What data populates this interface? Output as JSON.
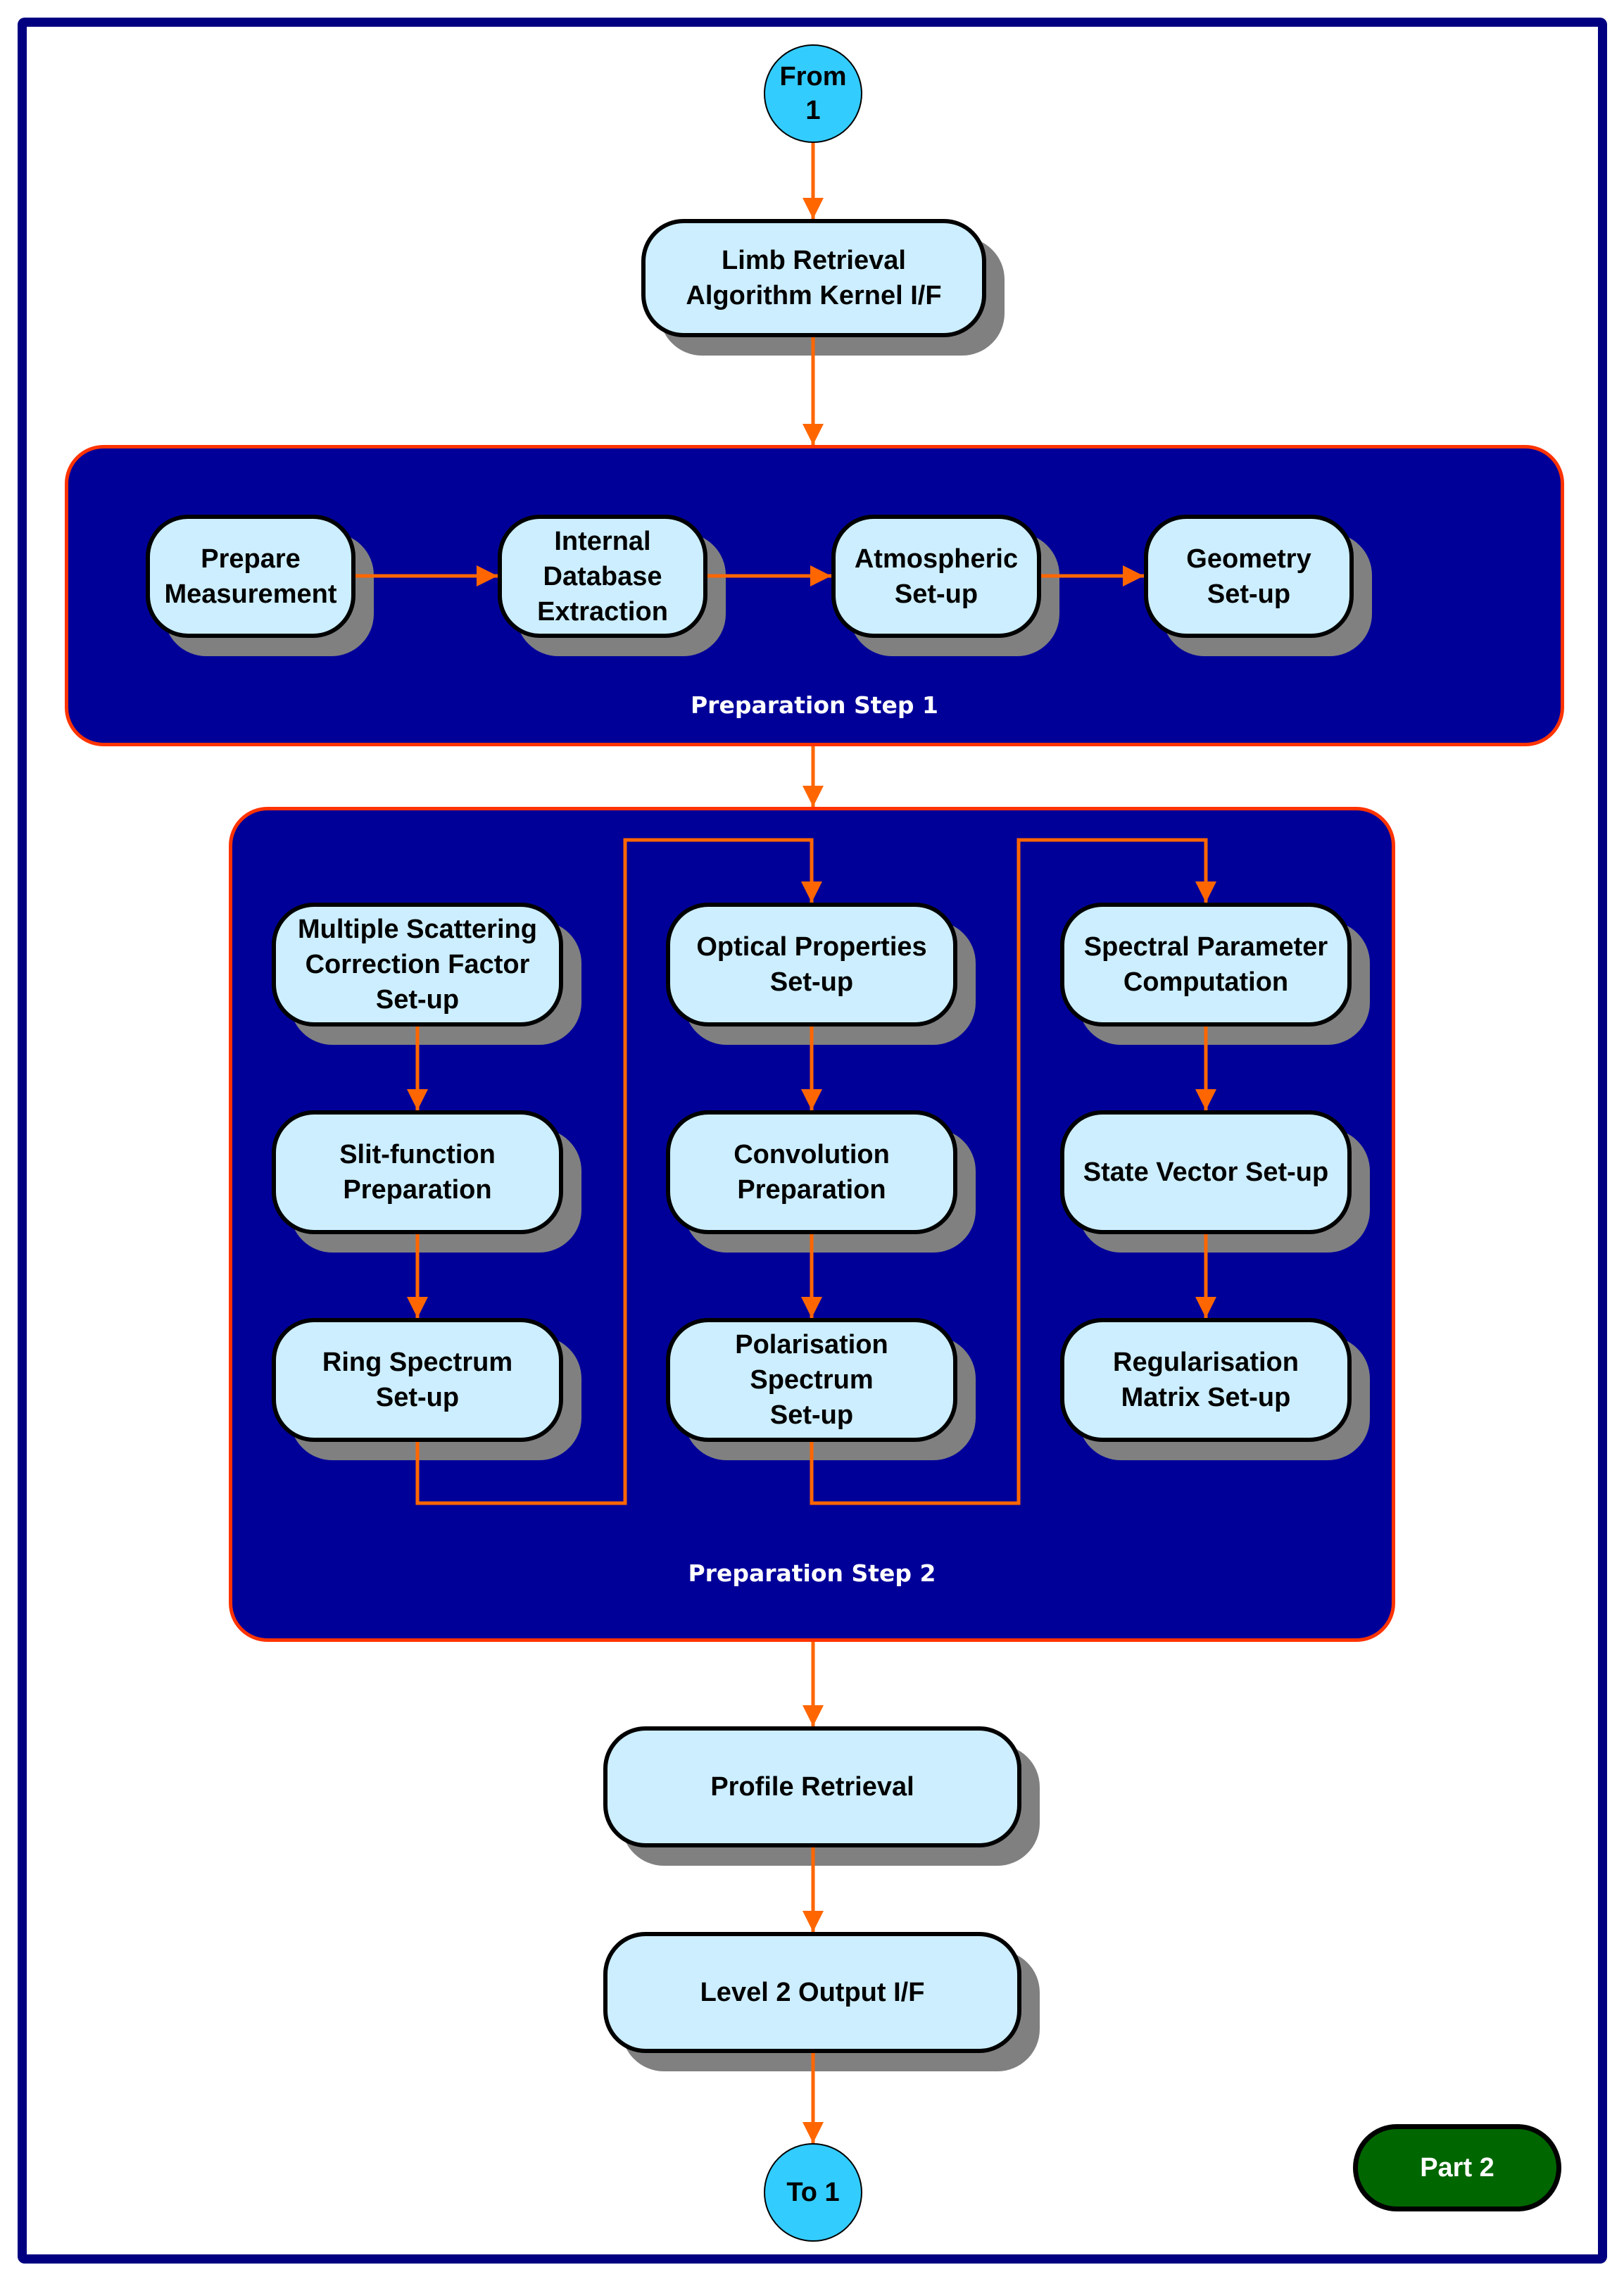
{
  "diagram": {
    "colors": {
      "frame": "#000080",
      "panel_fill": "#000099",
      "panel_border": "#ff3300",
      "arrow": "#ff6600",
      "node_fill": "#cceeff",
      "connector_fill": "#33ccff",
      "part_badge": "#006600",
      "shadow": "#808080"
    },
    "start_connector": {
      "label": "From\n1"
    },
    "end_connector": {
      "label": "To 1"
    },
    "part_badge": {
      "label": "Part 2"
    },
    "top_node": {
      "label": "Limb Retrieval\nAlgorithm Kernel I/F"
    },
    "step1": {
      "label": "Preparation Step 1",
      "nodes": [
        {
          "label": "Prepare\nMeasurement"
        },
        {
          "label": "Internal\nDatabase\nExtraction"
        },
        {
          "label": "Atmospheric\nSet-up"
        },
        {
          "label": "Geometry\nSet-up"
        }
      ]
    },
    "step2": {
      "label": "Preparation Step 2",
      "columns": [
        [
          {
            "label": "Multiple Scattering\nCorrection Factor\nSet-up"
          },
          {
            "label": "Slit-function\nPreparation"
          },
          {
            "label": "Ring Spectrum\nSet-up"
          }
        ],
        [
          {
            "label": "Optical Properties\nSet-up"
          },
          {
            "label": "Convolution\nPreparation"
          },
          {
            "label": "Polarisation\nSpectrum\nSet-up"
          }
        ],
        [
          {
            "label": "Spectral Parameter\nComputation"
          },
          {
            "label": "State Vector Set-up"
          },
          {
            "label": "Regularisation\nMatrix Set-up"
          }
        ]
      ]
    },
    "bottom_nodes": [
      {
        "label": "Profile Retrieval"
      },
      {
        "label": "Level 2 Output I/F"
      }
    ]
  }
}
